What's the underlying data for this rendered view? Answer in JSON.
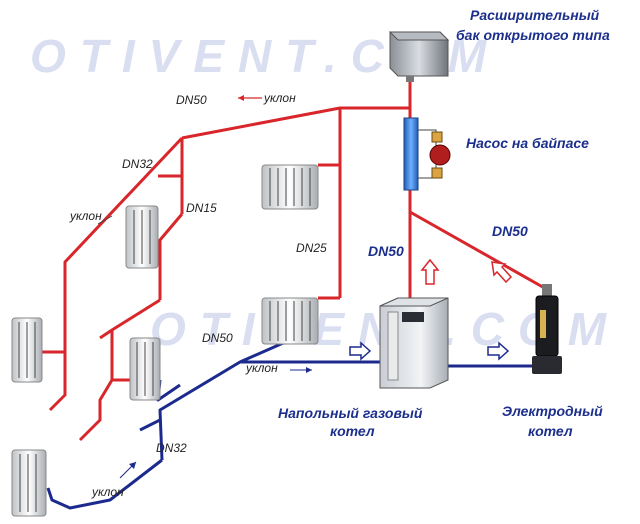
{
  "watermark": {
    "text": "OTIVENT.COM"
  },
  "labels": {
    "expansion_tank_line1": "Расширительный",
    "expansion_tank_line2": "бак открытого типа",
    "pump_bypass": "Насос на байпасе",
    "gas_boiler_line1": "Напольный газовый",
    "gas_boiler_line2": "котел",
    "electrode_boiler_line1": "Электродный",
    "electrode_boiler_line2": "котел",
    "dn50_top": "DN50",
    "dn32_left": "DN32",
    "dn15": "DN15",
    "dn25": "DN25",
    "dn50_riser": "DN50",
    "dn50_branch": "DN50",
    "dn50_return": "DN50",
    "dn32_return": "DN32",
    "slope_top": "уклон",
    "slope_left": "уклон",
    "slope_return_mid": "уклон",
    "slope_return_low": "уклон"
  },
  "colors": {
    "supply": "#d8262b",
    "return": "#1c2a8e",
    "caption": "#1c2f8c",
    "watermark": "#d9def0"
  }
}
